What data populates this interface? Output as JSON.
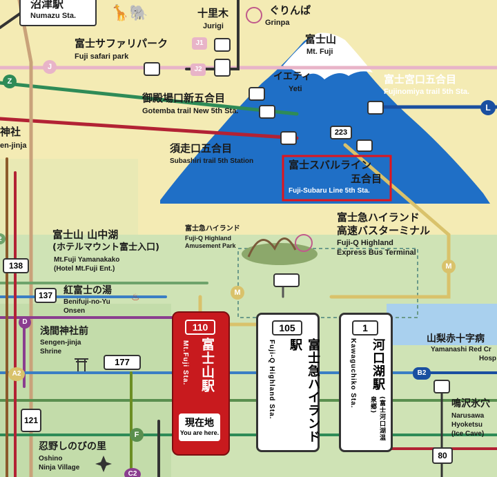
{
  "stations": {
    "numazu": {
      "jp": "沼津駅",
      "en": "Numazu Sta."
    },
    "jurigi": {
      "jp": "十里木",
      "en": "Jurigi"
    },
    "grinpa": {
      "jp": "ぐりんぱ",
      "en": "Grinpa"
    },
    "safari": {
      "jp": "富士サファリパーク",
      "en": "Fuji safari park"
    },
    "mtfuji": {
      "jp": "富士山",
      "en": "Mt. Fuji"
    },
    "yeti": {
      "jp": "イエティ",
      "en": "Yeti"
    },
    "fujinomiya": {
      "jp": "富士宮口五合目",
      "en": "Fujinomiya trail 5th Sta."
    },
    "gotemba": {
      "jp": "御殿場口新五合目",
      "en": "Gotemba trail New 5th Sta."
    },
    "jinja_partial": {
      "jp": "神社",
      "en": "en-jinja"
    },
    "subashiri": {
      "jp": "須走口五合目",
      "en": "Subashiri trail 5th Station"
    },
    "subaru": {
      "jp1": "富士スバルライン",
      "jp2": "五合目",
      "en": "Fuji-Subaru Line 5th Sta.",
      "route": "223"
    },
    "fujiq_park": {
      "jp": "富士急ハイランド",
      "en1": "Fuji-Q Highland",
      "en2": "Amusement Park"
    },
    "yamanakako": {
      "jp1": "富士山 山中湖",
      "jp2": "(ホテルマウント富士入口)",
      "en1": "Mt.Fuji Yamanakako",
      "en2": "(Hotel Mt.Fuji Ent.)",
      "route": "138"
    },
    "express": {
      "jp1": "富士急ハイランド",
      "jp2": "高速バスターミナル",
      "en1": "Fuji-Q Highland",
      "en2": "Express Bus Terminal"
    },
    "benifuji": {
      "jp": "紅富士の湯",
      "en1": "Benifuji-no-Yu",
      "en2": "Onsen",
      "route": "137"
    },
    "sengen": {
      "jp": "浅間神社前",
      "en1": "Sengen-jinja",
      "en2": "Shrine",
      "route": "177"
    },
    "fujisan_sta": {
      "num": "110",
      "jp": "富士山駅",
      "en": "Mt.Fuji Sta."
    },
    "fujiq_sta": {
      "num": "105",
      "jp": "富士急ハイランド駅",
      "en": "Fuji-Q Highland Sta."
    },
    "kawaguchiko": {
      "num": "1",
      "jp": "河口湖駅",
      "sub": "(富士河口湖温泉郷)",
      "en": "Kawaguchiko Sta."
    },
    "yamanashi": {
      "jp": "山梨赤十字病",
      "en1": "Yamanashi Red Cr",
      "en2": "Hosp"
    },
    "narusawa": {
      "jp": "鳴沢氷穴",
      "en1": "Narusawa",
      "en2": "Hyoketsu",
      "en3": "(Ice Cave)",
      "route": "80"
    },
    "oshino": {
      "jp": "忍野しのびの里",
      "en1": "Oshino",
      "en2": "Ninja Village"
    },
    "you_are_here": {
      "jp": "現在地",
      "en": "You are here."
    }
  },
  "route_codes": [
    "J",
    "J1",
    "J2",
    "Z",
    "L",
    "M",
    "D",
    "A2",
    "F",
    "B2",
    "C2",
    "121",
    "2"
  ],
  "colors": {
    "land": "#f3ebb4",
    "mountain": "#1f6fc6",
    "lake": "#a9d0ee",
    "green_area": "#cfe3b5",
    "highlight": "#e1141b",
    "current_station": "#c81a1e"
  }
}
